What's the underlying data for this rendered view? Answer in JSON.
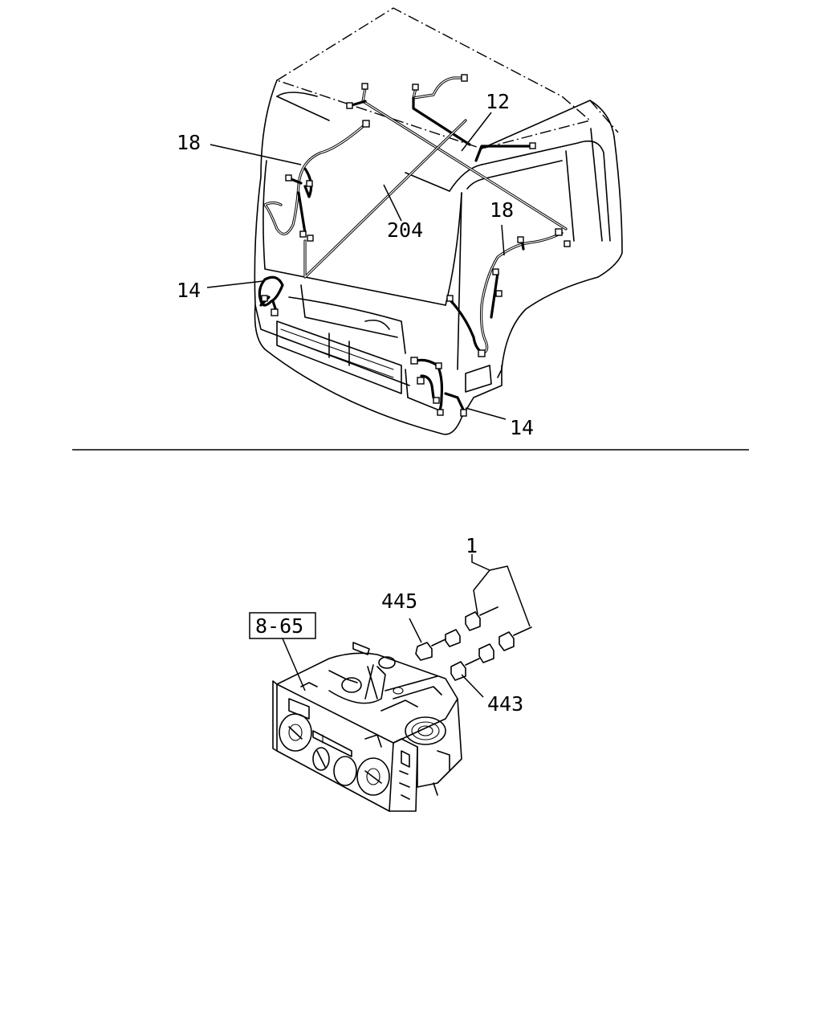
{
  "callouts": {
    "c18_left": "18",
    "c12": "12",
    "c204": "204",
    "c18_right": "18",
    "c14_left": "14",
    "c14_bottom": "14",
    "c1": "1",
    "c445": "445",
    "c443": "443",
    "ref_box": "8-65"
  },
  "icons": {
    "cab": "truck-cab-icon",
    "control_panel": "heater-control-panel-icon"
  }
}
